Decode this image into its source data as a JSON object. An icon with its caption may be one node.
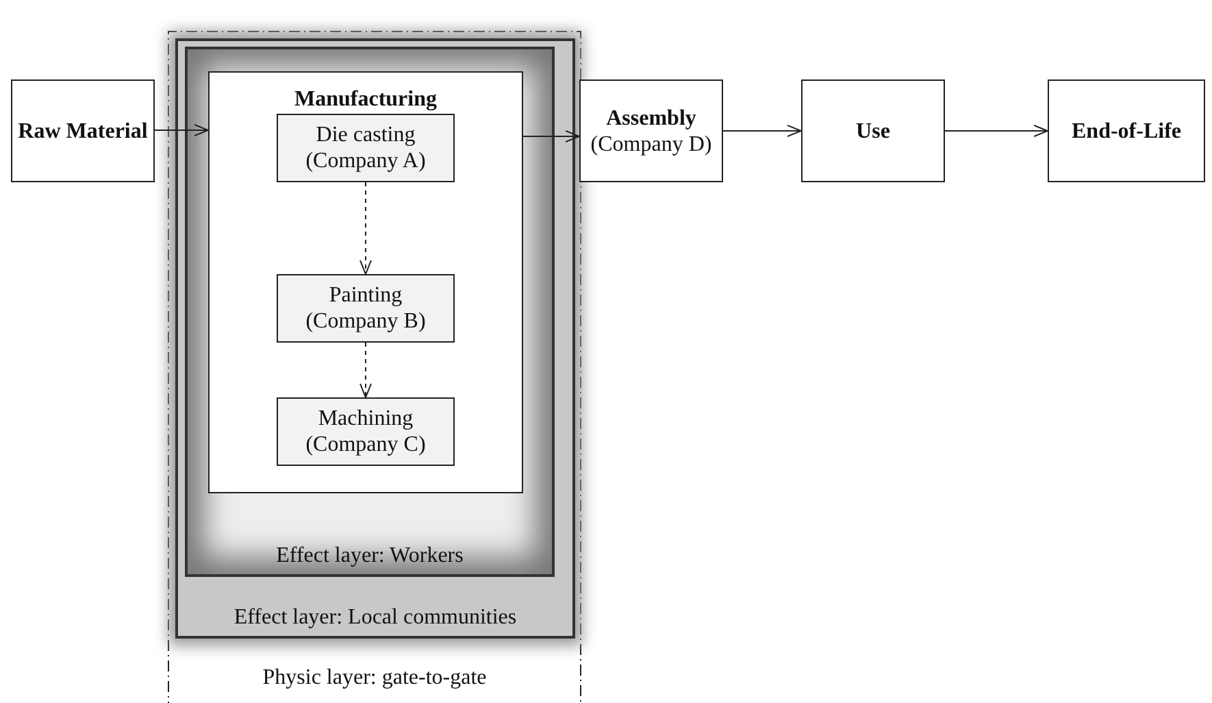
{
  "diagram": {
    "nodes": [
      {
        "text": [
          "Raw Material"
        ]
      },
      {
        "text": [
          "Physic layer: gate-to-gate"
        ]
      },
      {
        "text": [
          "Effect layer: Local communities"
        ],
        "in": 1
      },
      {
        "text": [
          "Effect layer: Workers"
        ],
        "in": 2
      },
      {
        "text": [
          "Manufacturing"
        ],
        "in": 3
      },
      {
        "text": [
          "Die casting (Company A)"
        ],
        "in": 4
      },
      {
        "text": [
          "Painting (Company B)"
        ],
        "in": 4
      },
      {
        "text": [
          "Machining (Company C)"
        ],
        "in": 4
      },
      {
        "text": [
          "**Assembly** (Company D)"
        ]
      },
      {
        "text": [
          "Use"
        ]
      },
      {
        "text": [
          "End-of-Life"
        ]
      }
    ],
    "edges": [
      {
        "from": 0,
        "to": 4,
        "arrow": "to"
      },
      {
        "from": 5,
        "to": 6,
        "arrow": "to",
        "style": "dashed"
      },
      {
        "from": 6,
        "to": 7,
        "arrow": "to",
        "style": "dashed"
      },
      {
        "from": 4,
        "to": 8,
        "arrow": "to"
      },
      {
        "from": 8,
        "to": 9,
        "arrow": "to"
      },
      {
        "from": 9,
        "to": 10,
        "arrow": "to"
      }
    ]
  }
}
